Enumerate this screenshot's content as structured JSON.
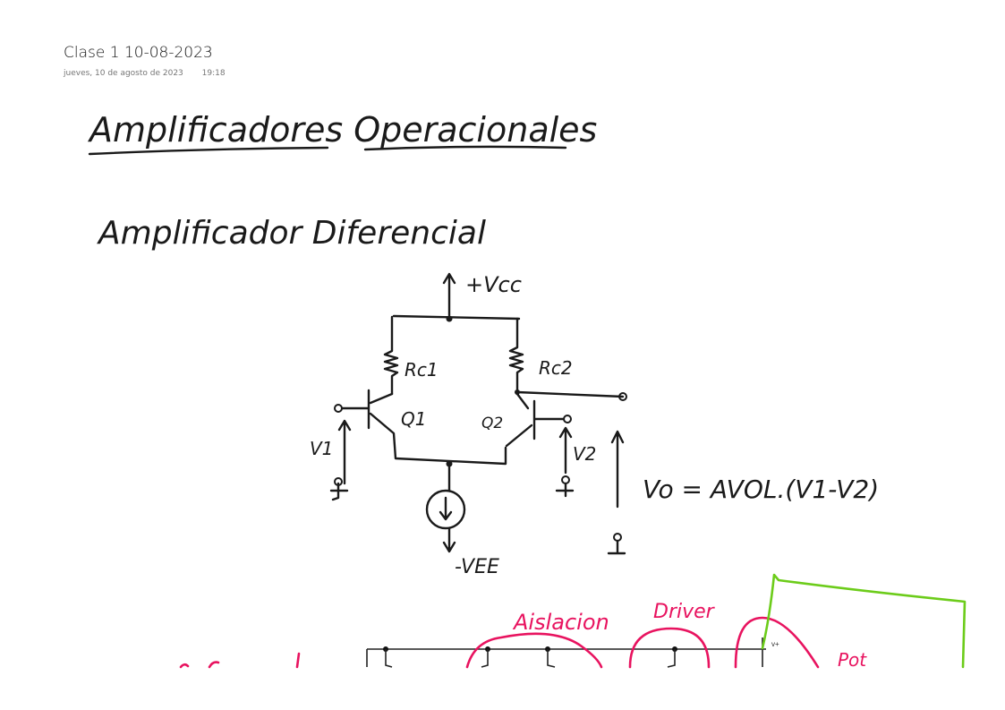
{
  "page": {
    "title": "Clase 1 10-08-2023",
    "date": "jueves, 10 de agosto de 2023",
    "time": "19:18"
  },
  "notes": {
    "heading": "Amplificadores Operacionales",
    "subheading": "Amplificador Diferencial",
    "circuit": {
      "vcc": "+Vcc",
      "vee": "-VEE",
      "rc1": "Rc1",
      "rc2": "Rc2",
      "q1": "Q1",
      "q2": "Q2",
      "v1": "V1",
      "v2": "V2",
      "formula": "Vo = AVOL.(V1-V2)"
    },
    "annotations": {
      "aislacion": "Aislacion",
      "driver": "Driver",
      "pot": "Pot",
      "vplus": "v+"
    }
  },
  "colors": {
    "ink": "#1a1a1a",
    "pink": "#e8135f",
    "green": "#6ccc1a"
  }
}
